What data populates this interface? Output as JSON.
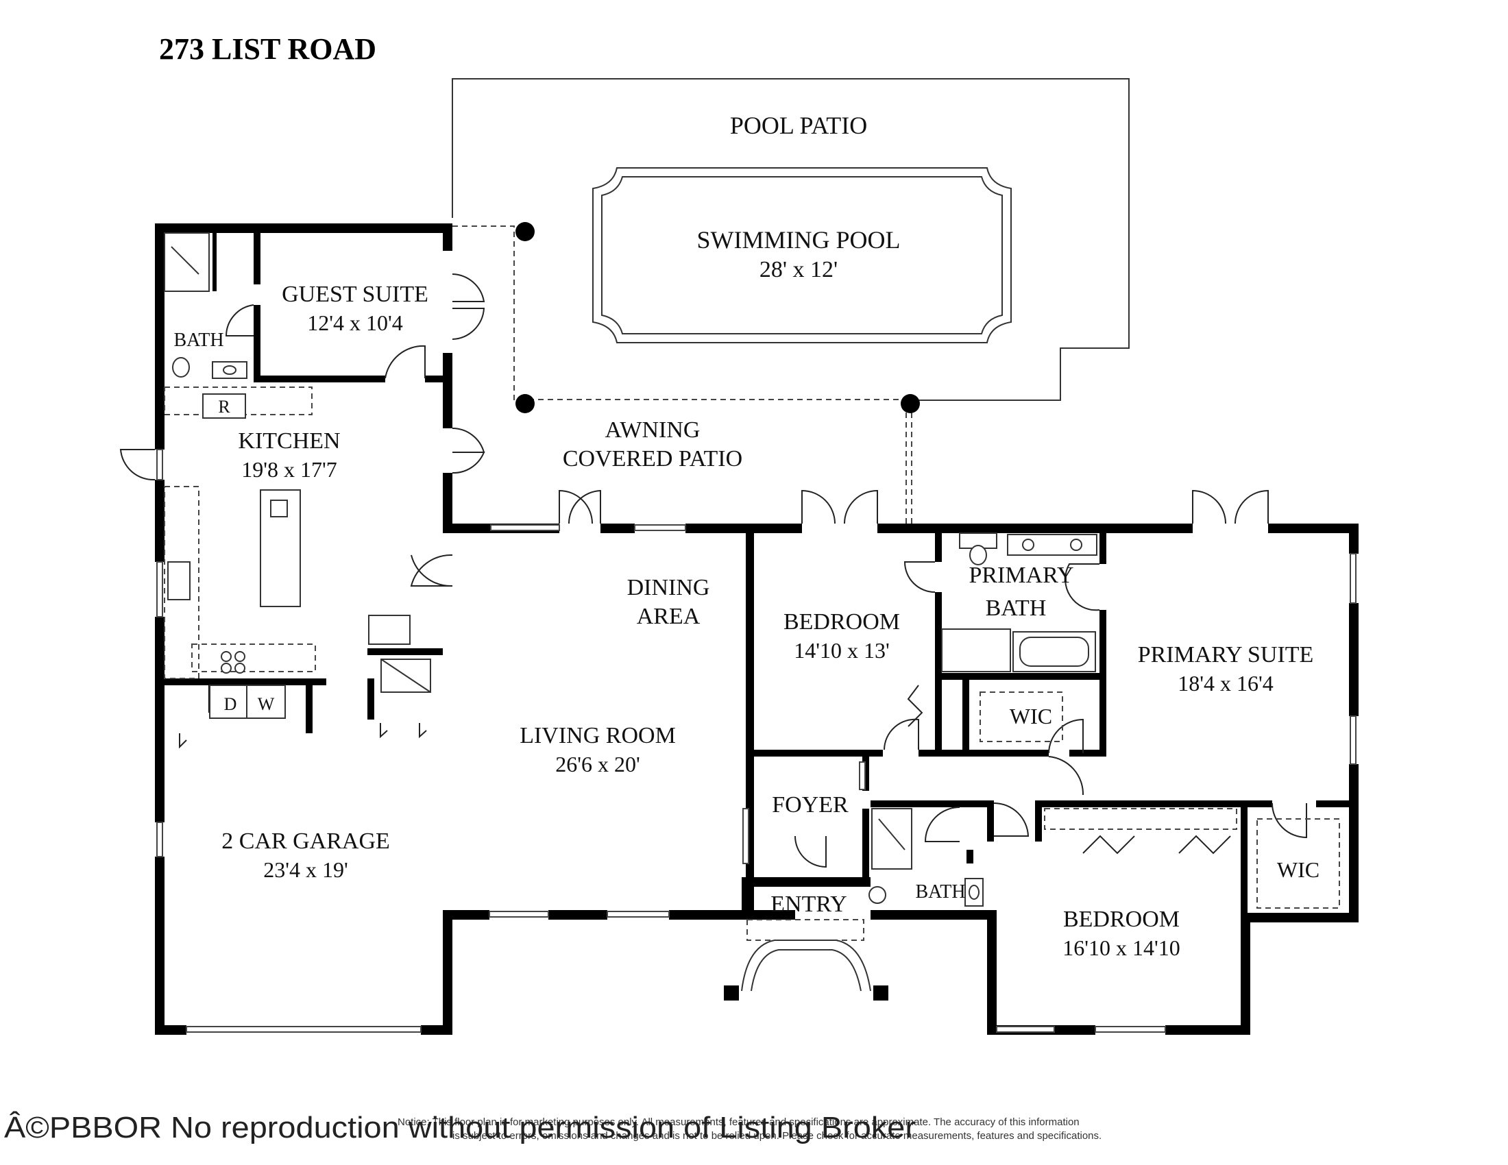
{
  "title": "273 LIST ROAD",
  "rooms": {
    "pool_patio": "POOL PATIO",
    "pool_name": "SWIMMING POOL",
    "pool_dim": "28' x 12'",
    "guest_suite": "GUEST SUITE",
    "guest_suite_dim": "12'4 x 10'4",
    "guest_bath": "BATH",
    "refrigerator": "R",
    "kitchen": "KITCHEN",
    "kitchen_dim": "19'8 x 17'7",
    "awning_1": "AWNING",
    "awning_2": "COVERED PATIO",
    "dining_1": "DINING",
    "dining_2": "AREA",
    "bedroom_1": "BEDROOM",
    "bedroom_1_dim": "14'10 x 13'",
    "primary_bath_1": "PRIMARY",
    "primary_bath_2": "BATH",
    "primary_suite": "PRIMARY SUITE",
    "primary_suite_dim": "18'4 x 16'4",
    "wic_1": "WIC",
    "washer_d": "D",
    "washer_w": "W",
    "living": "LIVING ROOM",
    "living_dim": "26'6 x 20'",
    "foyer": "FOYER",
    "garage": "2 CAR GARAGE",
    "garage_dim": "23'4 x 19'",
    "entry": "ENTRY",
    "hall_bath": "BATH",
    "bedroom_2": "BEDROOM",
    "bedroom_2_dim": "16'10 x 14'10",
    "wic_2": "WIC"
  },
  "footer": {
    "watermark": "Â©PBBOR No reproduction without permission of Listing Broker",
    "notice_1": "Notice: This floor plan is for marketing purposes only. All measurements, features and specifications are approximate. The accuracy of this information",
    "notice_2": "is subject to errors, omissions and changes and is not to be relied upon. Please check for accurate measurements, features and specifications."
  },
  "colors": {
    "wall": "#000000",
    "line": "#333333",
    "background": "#ffffff"
  }
}
